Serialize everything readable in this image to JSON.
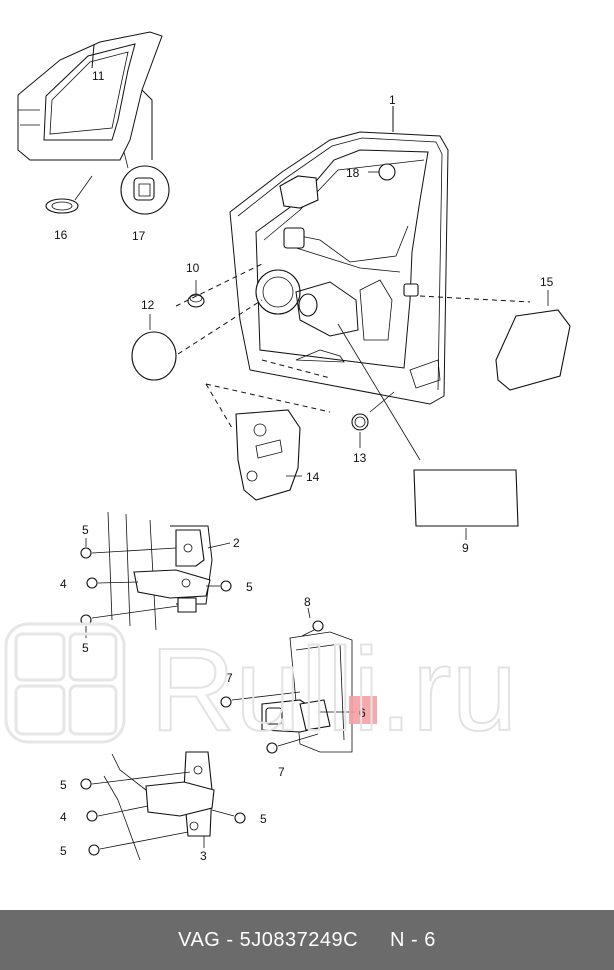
{
  "callouts": {
    "c1": "1",
    "c2": "2",
    "c3": "3",
    "c4a": "4",
    "c4b": "4",
    "c5a": "5",
    "c5b": "5",
    "c5c": "5",
    "c5d": "5",
    "c5e": "5",
    "c5f": "5",
    "c6": "6",
    "c7a": "7",
    "c7b": "7",
    "c8": "8",
    "c9": "9",
    "c10": "10",
    "c11": "11",
    "c12": "12",
    "c13": "13",
    "c14": "14",
    "c15": "15",
    "c16": "16",
    "c17": "17",
    "c18": "18"
  },
  "highlight_color": "#f4a0a4",
  "watermark": {
    "text": "Rulli.ru"
  },
  "footer": {
    "brand_part": "VAG - 5J0837249C",
    "position": "N - 6"
  }
}
